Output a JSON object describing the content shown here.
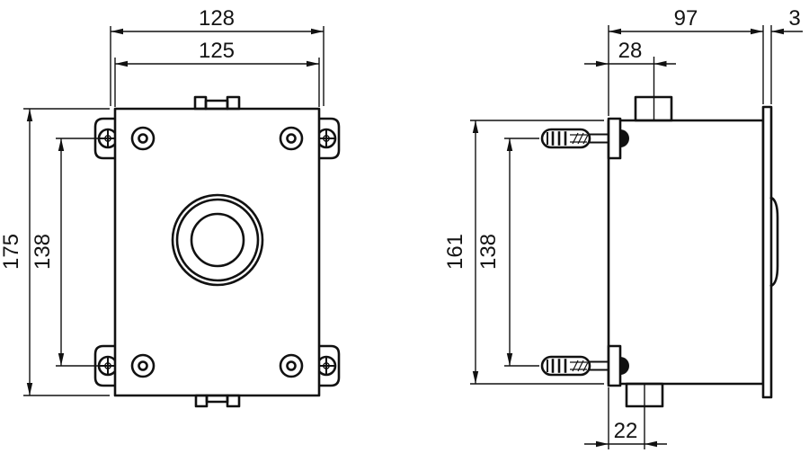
{
  "drawing": {
    "type": "technical-installation-drawing",
    "views": {
      "front": {
        "name": "front view",
        "dimensions": {
          "overall_width": "128",
          "plate_width": "125",
          "plate_height": "175",
          "fixing_hole_spacing": "138"
        }
      },
      "side": {
        "name": "side view",
        "dimensions": {
          "depth": "97",
          "faceplate_thickness": "3",
          "top_tab_offset": "28",
          "body_height": "161",
          "anchor_spacing": "138",
          "bottom_tab_offset": "22"
        }
      }
    },
    "colors": {
      "line": "#111111",
      "background": "#ffffff"
    }
  }
}
